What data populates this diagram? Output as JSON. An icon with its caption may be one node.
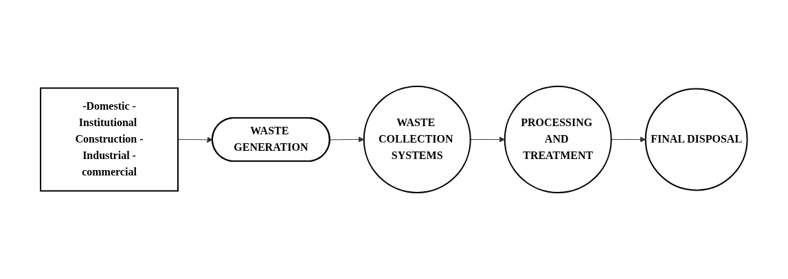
{
  "diagram": {
    "nodes": [
      {
        "text": [
          "-Domestic -Institutional Construction -Industrial -commercial"
        ]
      },
      {
        "text": [
          "WASTE GENERATION"
        ]
      },
      {
        "text": [
          "WASTE COLLECTION SYSTEMS"
        ]
      },
      {
        "text": [
          "PROCESSING AND TREATMENT"
        ]
      },
      {
        "text": [
          "FINAL DISPOSAL"
        ]
      }
    ],
    "edges": [
      {
        "from": 0,
        "to": 1,
        "arrow": "to"
      },
      {
        "from": 1,
        "to": 2,
        "arrow": "to"
      },
      {
        "from": 2,
        "to": 3,
        "arrow": "to"
      },
      {
        "from": 3,
        "to": 4,
        "arrow": "to"
      }
    ]
  }
}
